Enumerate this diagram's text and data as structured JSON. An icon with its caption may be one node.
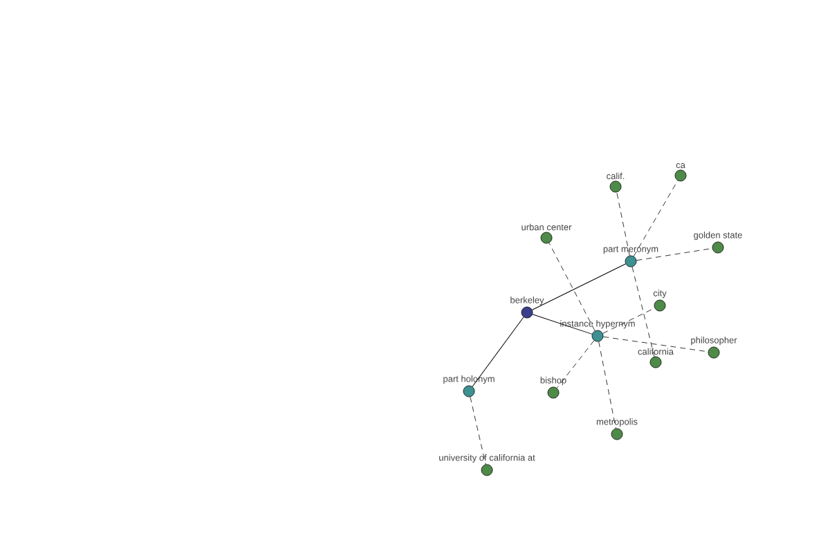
{
  "diagram": {
    "nodes": [
      {
        "text": [
          "berkeley"
        ]
      },
      {
        "text": [
          "part meronym"
        ]
      },
      {
        "text": [
          "instance hypernym"
        ]
      },
      {
        "text": [
          "part holonym"
        ]
      },
      {
        "text": [
          "calif."
        ]
      },
      {
        "text": [
          "ca"
        ]
      },
      {
        "text": [
          "golden state"
        ]
      },
      {
        "text": [
          "california"
        ]
      },
      {
        "text": [
          "urban center"
        ]
      },
      {
        "text": [
          "city"
        ]
      },
      {
        "text": [
          "philosopher"
        ]
      },
      {
        "text": [
          "bishop"
        ]
      },
      {
        "text": [
          "metropolis"
        ]
      },
      {
        "text": [
          "university of california at"
        ]
      }
    ],
    "edges": [
      {
        "from": 0,
        "to": 1,
        "arrow": "none"
      },
      {
        "from": 0,
        "to": 2,
        "arrow": "none"
      },
      {
        "from": 0,
        "to": 3,
        "arrow": "none"
      },
      {
        "from": 1,
        "to": 4,
        "arrow": "none",
        "style": "dashed"
      },
      {
        "from": 1,
        "to": 5,
        "arrow": "none",
        "style": "dashed"
      },
      {
        "from": 1,
        "to": 6,
        "arrow": "none",
        "style": "dashed"
      },
      {
        "from": 1,
        "to": 7,
        "arrow": "none",
        "style": "dashed"
      },
      {
        "from": 2,
        "to": 8,
        "arrow": "none",
        "style": "dashed"
      },
      {
        "from": 2,
        "to": 9,
        "arrow": "none",
        "style": "dashed"
      },
      {
        "from": 2,
        "to": 10,
        "arrow": "none",
        "style": "dashed"
      },
      {
        "from": 2,
        "to": 11,
        "arrow": "none",
        "style": "dashed"
      },
      {
        "from": 2,
        "to": 12,
        "arrow": "none",
        "style": "dashed"
      },
      {
        "from": 3,
        "to": 13,
        "arrow": "none",
        "style": "dashed"
      }
    ]
  }
}
